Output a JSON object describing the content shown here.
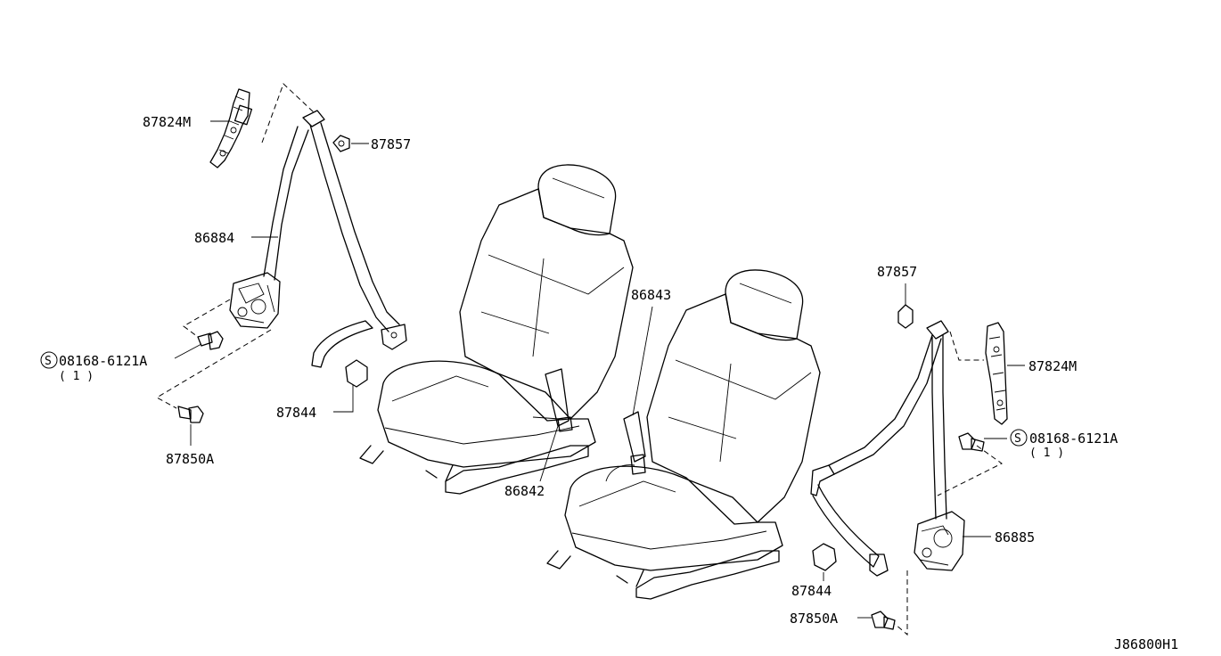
{
  "labels": {
    "retractor_adjuster_left": "87824M",
    "cover_left": "87857",
    "belt_front_left": "86884",
    "bolt_left": "08168-6121A",
    "bolt_left_qty": "( 1 )",
    "bolt_anchor_left": "87850A",
    "cover_tongue_left": "87844",
    "buckle_left": "86842",
    "buckle_right": "86843",
    "cover_right": "87857",
    "retractor_adjuster_right": "87824M",
    "bolt_right": "08168-6121A",
    "bolt_right_qty": "( 1 )",
    "belt_front_right": "86885",
    "cover_tongue_right": "87844",
    "bolt_anchor_right": "87850A",
    "diagram_code": "J86800H1",
    "symbol_s": "S"
  }
}
